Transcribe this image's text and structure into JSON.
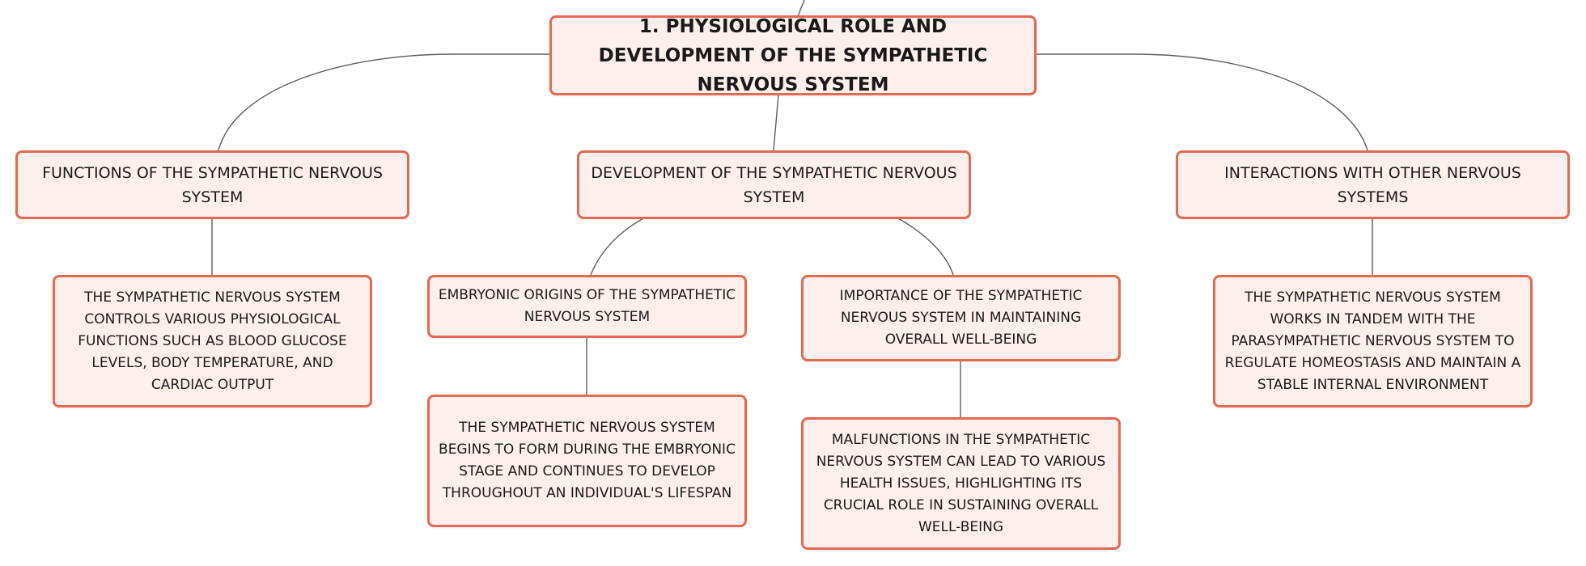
{
  "root": {
    "label": "1. PHYSIOLOGICAL ROLE AND DEVELOPMENT OF THE SYMPATHETIC NERVOUS SYSTEM"
  },
  "branches": {
    "functions": {
      "label": "FUNCTIONS OF THE SYMPATHETIC NERVOUS SYSTEM",
      "detail": "THE SYMPATHETIC NERVOUS SYSTEM CONTROLS VARIOUS PHYSIOLOGICAL FUNCTIONS SUCH AS BLOOD GLUCOSE LEVELS, BODY TEMPERATURE, AND CARDIAC OUTPUT"
    },
    "development": {
      "label": "DEVELOPMENT OF THE SYMPATHETIC NERVOUS SYSTEM",
      "embryonic": {
        "label": "EMBRYONIC ORIGINS OF THE SYMPATHETIC NERVOUS SYSTEM",
        "detail": "THE SYMPATHETIC NERVOUS SYSTEM BEGINS TO FORM DURING THE EMBRYONIC STAGE AND CONTINUES TO DEVELOP THROUGHOUT AN INDIVIDUAL'S LIFESPAN"
      },
      "importance": {
        "label": "IMPORTANCE OF THE SYMPATHETIC NERVOUS SYSTEM IN MAINTAINING OVERALL WELL-BEING",
        "detail": "MALFUNCTIONS IN THE SYMPATHETIC NERVOUS SYSTEM CAN LEAD TO VARIOUS HEALTH ISSUES, HIGHLIGHTING ITS CRUCIAL ROLE IN SUSTAINING OVERALL WELL-BEING"
      }
    },
    "interactions": {
      "label": "INTERACTIONS WITH OTHER NERVOUS SYSTEMS",
      "detail": "THE SYMPATHETIC NERVOUS SYSTEM WORKS IN TANDEM WITH THE PARASYMPATHETIC NERVOUS SYSTEM TO REGULATE HOMEOSTASIS AND MAINTAIN A STABLE INTERNAL ENVIRONMENT"
    }
  },
  "colors": {
    "node_fill": "#fdf0ec",
    "node_border": "#e26a55",
    "connector": "#5f5f5f",
    "text": "#1a1a1a"
  }
}
